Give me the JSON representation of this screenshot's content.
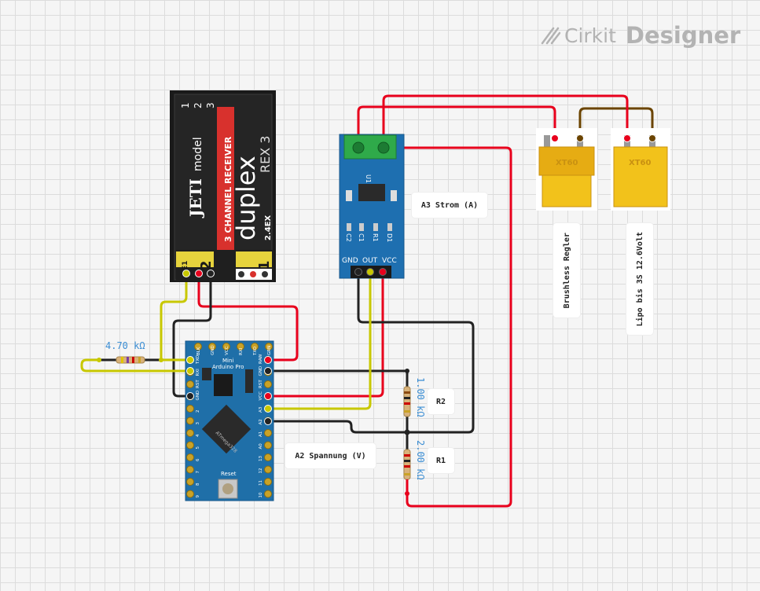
{
  "brand": {
    "name_part1": "Cirkit",
    "name_part2": "Designer",
    "logo_icon": "cirkit-logo-icon"
  },
  "receiver": {
    "brand": "JETI",
    "sub_brand": "model",
    "product": "duplex",
    "model": "REX 3",
    "description": "3 CHANNEL RECEIVER",
    "badge": "2.4EX",
    "channel_labels": [
      "1",
      "2",
      "3"
    ],
    "port_2": "2",
    "port_1": "1",
    "e1_tag": "E1"
  },
  "current_sensor": {
    "designator": "U1",
    "pin_labels": [
      "GND",
      "OUT",
      "VCC"
    ],
    "parts": [
      "C2",
      "C1",
      "R1",
      "D1"
    ],
    "annotation": "A3 Strom (A)"
  },
  "arduino": {
    "title_line1": "Mini",
    "title_line2": "Arduino Pro",
    "chip": "ATmega328",
    "reset_label": "Reset",
    "top_pins": [
      "BLK",
      "GND",
      "VCC",
      "RXI",
      "TXO",
      "GRN"
    ],
    "left_pins": [
      "TXO",
      "RXI",
      "RST",
      "GND",
      "2",
      "3",
      "4",
      "5",
      "6",
      "7",
      "8",
      "9"
    ],
    "right_pins": [
      "RAW",
      "GND",
      "RST",
      "VCC",
      "A3",
      "A2",
      "A1",
      "A0",
      "13",
      "12",
      "11",
      "10"
    ]
  },
  "resistors": {
    "top_left": {
      "value": "4.70 kΩ"
    },
    "r2": {
      "value": "1.00 kΩ",
      "name": "R2"
    },
    "r1": {
      "value": "2.00 kΩ",
      "name": "R1"
    }
  },
  "annotations": {
    "voltage": "A2 Spannung (V)",
    "brushless": "Brushless Regler",
    "lipo": "Lipo bis 3S 12.6Volt"
  },
  "connectors": {
    "xt60_text": "XT60"
  },
  "colors": {
    "wire_red": "#e8001c",
    "wire_black": "#222222",
    "wire_yellow": "#c8c800",
    "wire_brown": "#6b4400",
    "arduino_blue": "#1f6fa8",
    "sensor_blue": "#1e6fb0",
    "xt60_yellow": "#f2c21b",
    "value_text_blue": "#3b8ed4"
  }
}
